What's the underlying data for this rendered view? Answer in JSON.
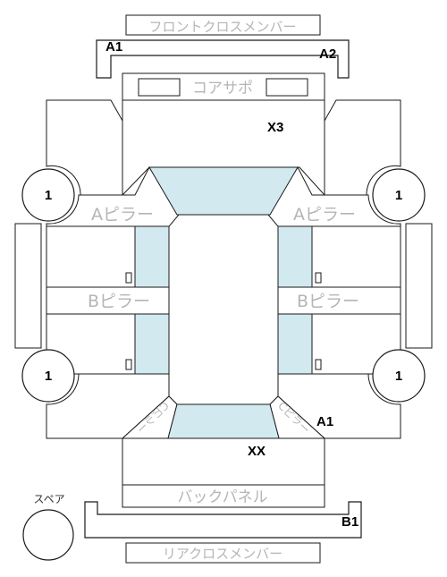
{
  "labels": {
    "front_cross_member": "フロントクロスメンバー",
    "core_support": "コアサポ",
    "a_pillar_left": "Aピラー",
    "a_pillar_right": "Aピラー",
    "b_pillar_left": "Bピラー",
    "b_pillar_right": "Bピラー",
    "back_panel": "バックパネル",
    "rear_cross_member": "リアクロスメンバー",
    "spare": "スペア",
    "c_pillar_left": "Cピラー",
    "c_pillar_right": "Cピラー"
  },
  "markers": {
    "a1_top": "A1",
    "a2_top": "A2",
    "x3": "X3",
    "a1_rear": "A1",
    "xx": "XX",
    "b1": "B1"
  },
  "tires": {
    "front_left": "1",
    "front_right": "1",
    "rear_left": "1",
    "rear_right": "1"
  },
  "colors": {
    "glass": "#d3e9f0",
    "outline": "#1a1a1a",
    "label_gray": "#b5b5b5"
  }
}
